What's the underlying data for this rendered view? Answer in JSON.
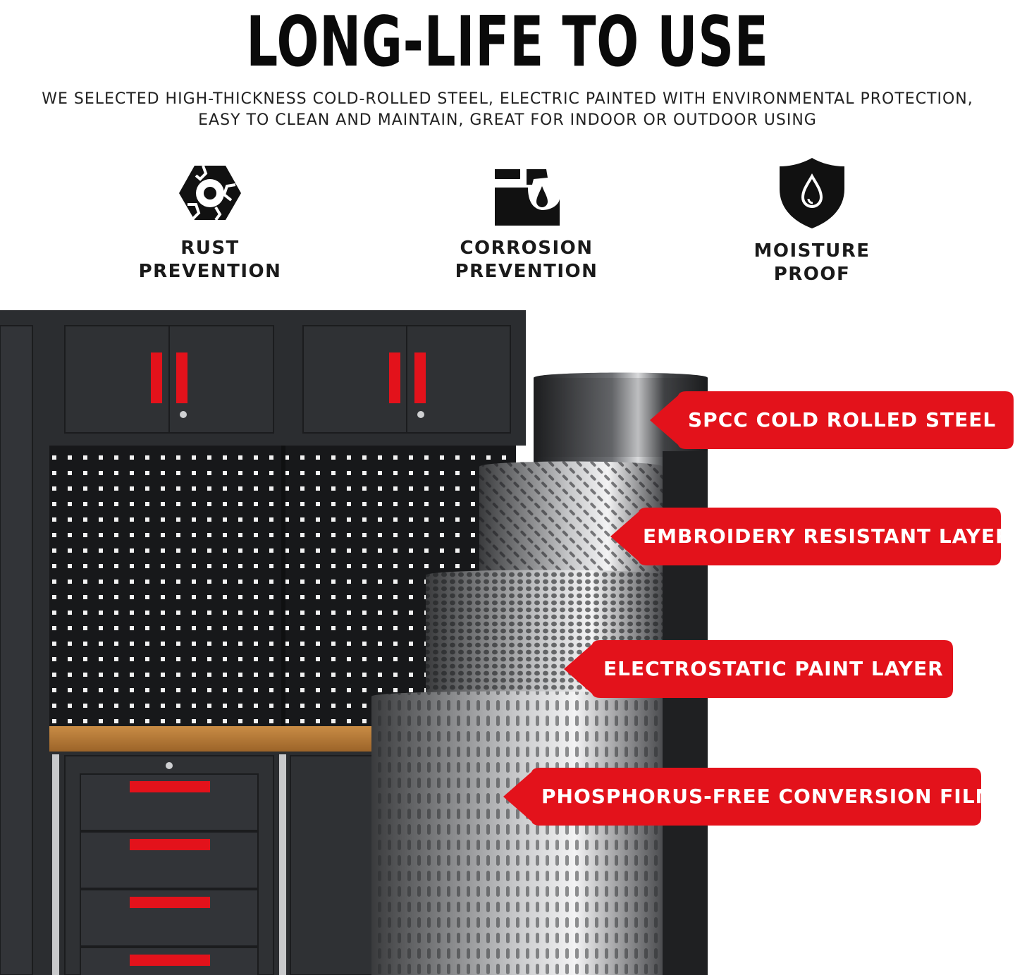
{
  "headline": "LONG-LIFE TO USE",
  "subtext": {
    "line1": "WE SELECTED HIGH-THICKNESS COLD-ROLLED STEEL, ELECTRIC PAINTED WITH ENVIRONMENTAL PROTECTION,",
    "line2": "EASY TO CLEAN AND MAINTAIN, GREAT FOR INDOOR OR OUTDOOR USING"
  },
  "features": [
    {
      "label": "RUST\nPREVENTION",
      "icon": "broken-hexagon-gear-icon"
    },
    {
      "label": "CORROSION\nPREVENTION",
      "icon": "corrosive-drop-icon"
    },
    {
      "label": "MOISTURE\nPROOF",
      "icon": "shield-water-drop-icon"
    }
  ],
  "callouts": [
    "SPCC COLD ROLLED STEEL",
    "EMBROIDERY RESISTANT LAYER",
    "ELECTROSTATIC PAINT LAYER",
    "PHOSPHORUS-FREE CONVERSION FILM"
  ],
  "colors": {
    "accent_red": "#e3121b",
    "cabinet_dark": "#2b2d30",
    "worktop_wood": "#b57b39"
  }
}
